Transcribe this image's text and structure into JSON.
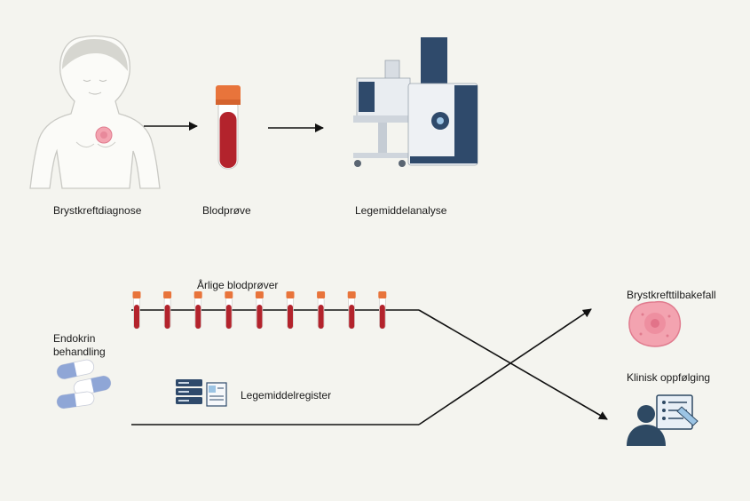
{
  "top_row": {
    "diagnosis_label": "Brystkreftdiagnose",
    "blood_sample_label": "Blodprøve",
    "drug_analysis_label": "Legemiddelanalyse"
  },
  "bottom": {
    "annual_samples_label": "Årlige blodprøver",
    "endocrine_label_line1": "Endokrin",
    "endocrine_label_line2": "behandling",
    "registry_label": "Legemiddelregister",
    "relapse_label": "Brystkrefttilbakefall",
    "followup_label": "Klinisk oppfølging",
    "annual_tube_count": 9
  },
  "colors": {
    "background": "#f4f4ef",
    "tube_cap": "#e8743b",
    "tube_blood": "#b3232c",
    "pill_blue": "#8fa6d6",
    "instrument_navy": "#2f4a6b",
    "tumor_pink": "#f3a3b0",
    "person_navy": "#2e4963"
  }
}
